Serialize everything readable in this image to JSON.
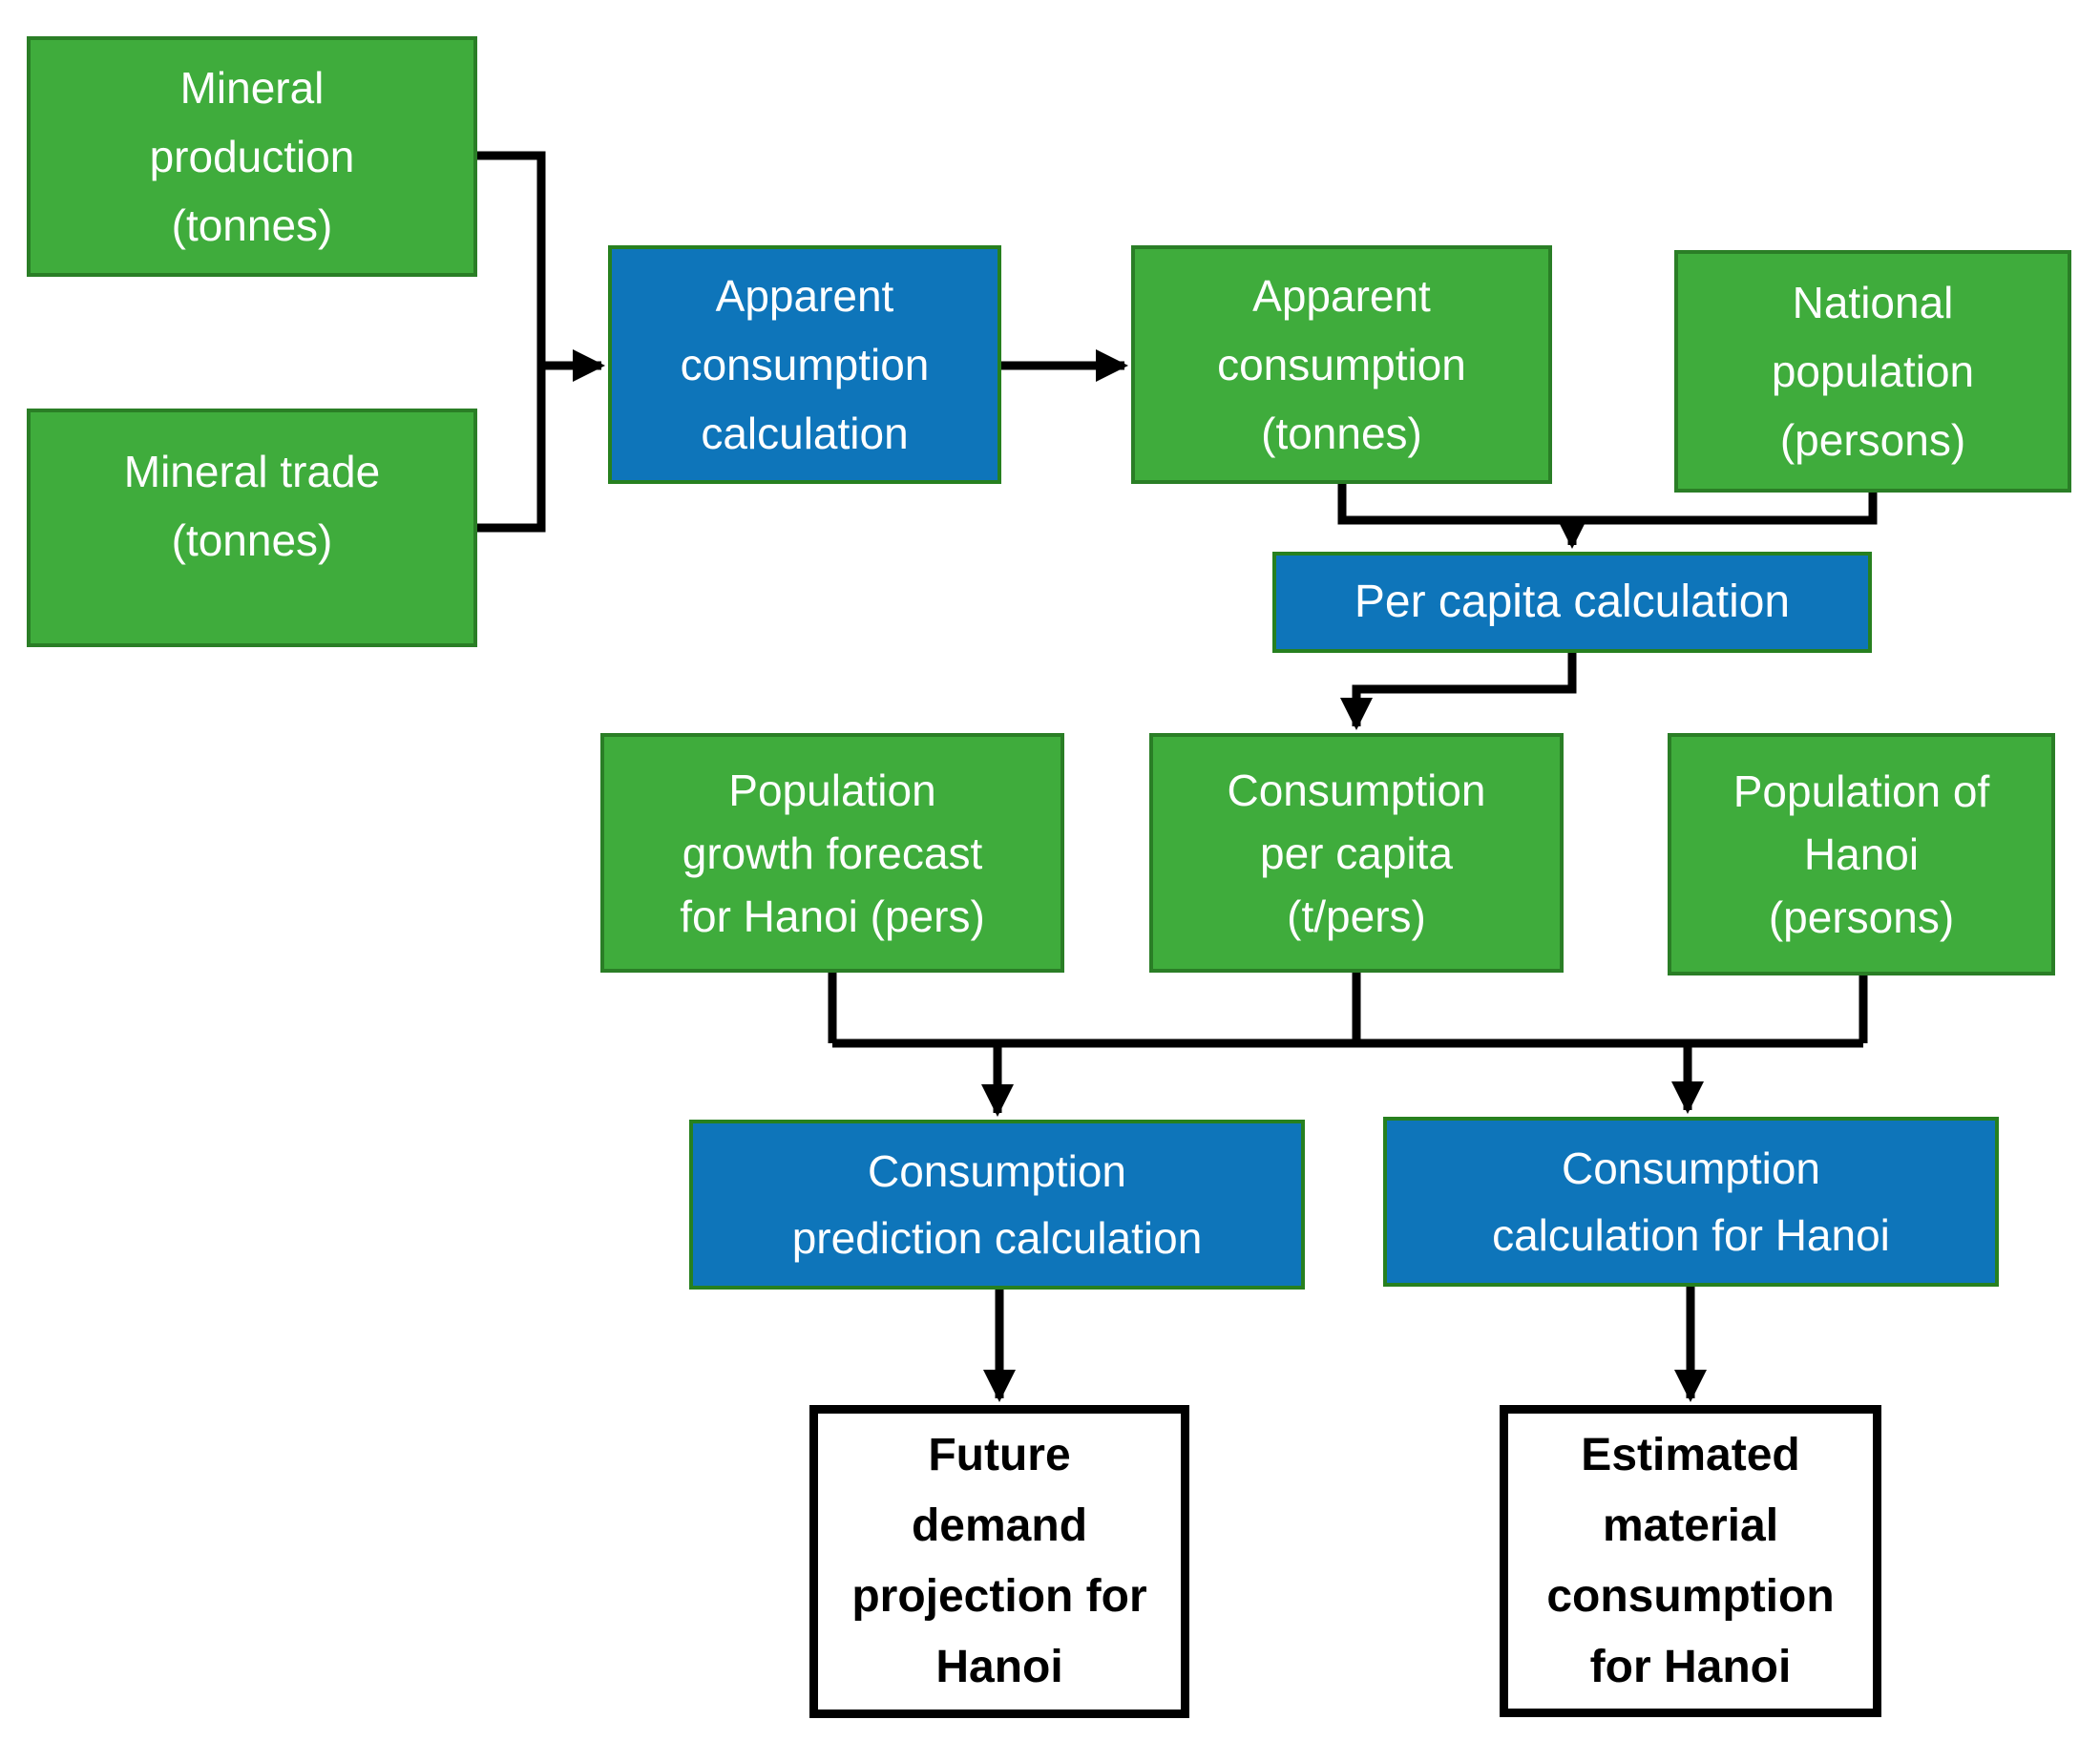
{
  "diagram": {
    "type": "flowchart",
    "background": "#FFFFFF",
    "colors": {
      "input_fill": "#3FAC3C",
      "input_border": "#2A7E26",
      "process_fill": "#0E75BA",
      "process_border": "#27801F",
      "output_fill": "#FFFFFF",
      "output_border": "#000000",
      "connector": "#000000",
      "light_text": "#FFFFFF",
      "dark_text": "#000000"
    },
    "nodes": {
      "mineral_production": {
        "kind": "input",
        "label": "Mineral\nproduction\n(tonnes)"
      },
      "mineral_trade": {
        "kind": "input",
        "label": "Mineral trade\n(tonnes)"
      },
      "apparent_consumption_calculation": {
        "kind": "process",
        "label": "Apparent\nconsumption\ncalculation"
      },
      "apparent_consumption": {
        "kind": "input",
        "label": "Apparent\nconsumption\n(tonnes)"
      },
      "national_population": {
        "kind": "input",
        "label": "National\npopulation\n(persons)"
      },
      "per_capita_calculation": {
        "kind": "process",
        "label": "Per capita calculation"
      },
      "population_growth_forecast": {
        "kind": "input",
        "label": "Population\ngrowth forecast\nfor Hanoi (pers)"
      },
      "consumption_per_capita": {
        "kind": "input",
        "label": "Consumption\nper capita\n(t/pers)"
      },
      "population_of_hanoi": {
        "kind": "input",
        "label": "Population of\nHanoi\n(persons)"
      },
      "consumption_prediction_calculation": {
        "kind": "process",
        "label": "Consumption\nprediction calculation"
      },
      "consumption_calculation_for_hanoi": {
        "kind": "process",
        "label": "Consumption\ncalculation for Hanoi"
      },
      "future_demand_projection": {
        "kind": "output",
        "label": "Future\ndemand\nprojection for\nHanoi"
      },
      "estimated_material_consumption": {
        "kind": "output",
        "label": "Estimated\nmaterial\nconsumption\nfor Hanoi"
      }
    },
    "edges": [
      {
        "from": "mineral_production",
        "to": "apparent_consumption_calculation"
      },
      {
        "from": "mineral_trade",
        "to": "apparent_consumption_calculation"
      },
      {
        "from": "apparent_consumption_calculation",
        "to": "apparent_consumption"
      },
      {
        "from": "apparent_consumption",
        "to": "per_capita_calculation"
      },
      {
        "from": "national_population",
        "to": "per_capita_calculation"
      },
      {
        "from": "per_capita_calculation",
        "to": "consumption_per_capita"
      },
      {
        "from": "population_growth_forecast",
        "to": "consumption_prediction_calculation"
      },
      {
        "from": "consumption_per_capita",
        "to": "consumption_prediction_calculation"
      },
      {
        "from": "consumption_per_capita",
        "to": "consumption_calculation_for_hanoi"
      },
      {
        "from": "population_of_hanoi",
        "to": "consumption_calculation_for_hanoi"
      },
      {
        "from": "consumption_prediction_calculation",
        "to": "future_demand_projection"
      },
      {
        "from": "consumption_calculation_for_hanoi",
        "to": "estimated_material_consumption"
      }
    ]
  }
}
